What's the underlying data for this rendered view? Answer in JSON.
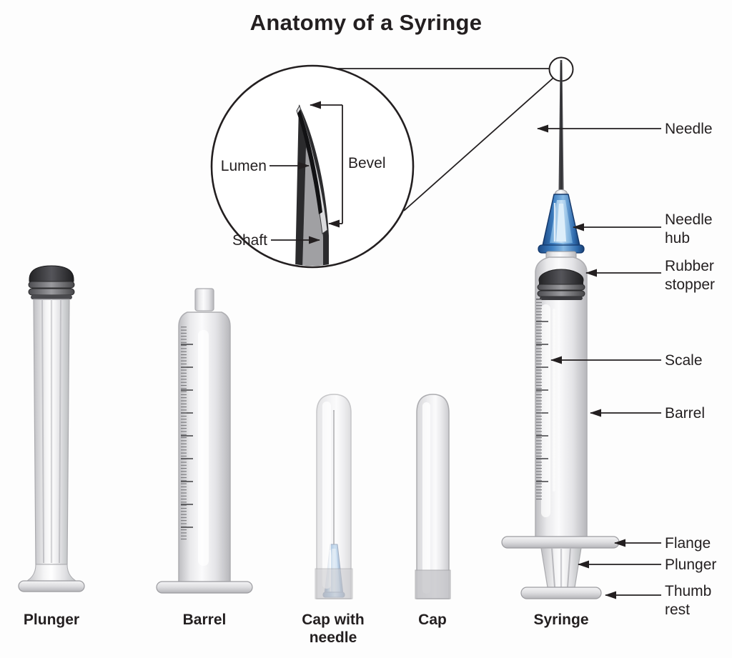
{
  "title": "Anatomy of a Syringe",
  "inset_labels": {
    "lumen": "Lumen",
    "bevel": "Bevel",
    "shaft": "Shaft"
  },
  "part_labels": {
    "needle": "Needle",
    "needle_hub": "Needle hub",
    "rubber_stopper": "Rubber stopper",
    "scale": "Scale",
    "barrel": "Barrel",
    "flange": "Flange",
    "plunger": "Plunger",
    "thumb_rest": "Thumb rest"
  },
  "component_captions": {
    "plunger": "Plunger",
    "barrel": "Barrel",
    "cap_with_needle": "Cap with needle",
    "cap": "Cap",
    "syringe": "Syringe"
  },
  "colors": {
    "background": "#fdfdfd",
    "text": "#231f20",
    "outline": "#231f20",
    "hub_blue": "#3e7fc1",
    "hub_blue_dark": "#1c4a86",
    "hub_blue_light": "#cfe6f7",
    "body_gray": "#e9e9eb",
    "stopper_dark": "#2e2e30"
  }
}
